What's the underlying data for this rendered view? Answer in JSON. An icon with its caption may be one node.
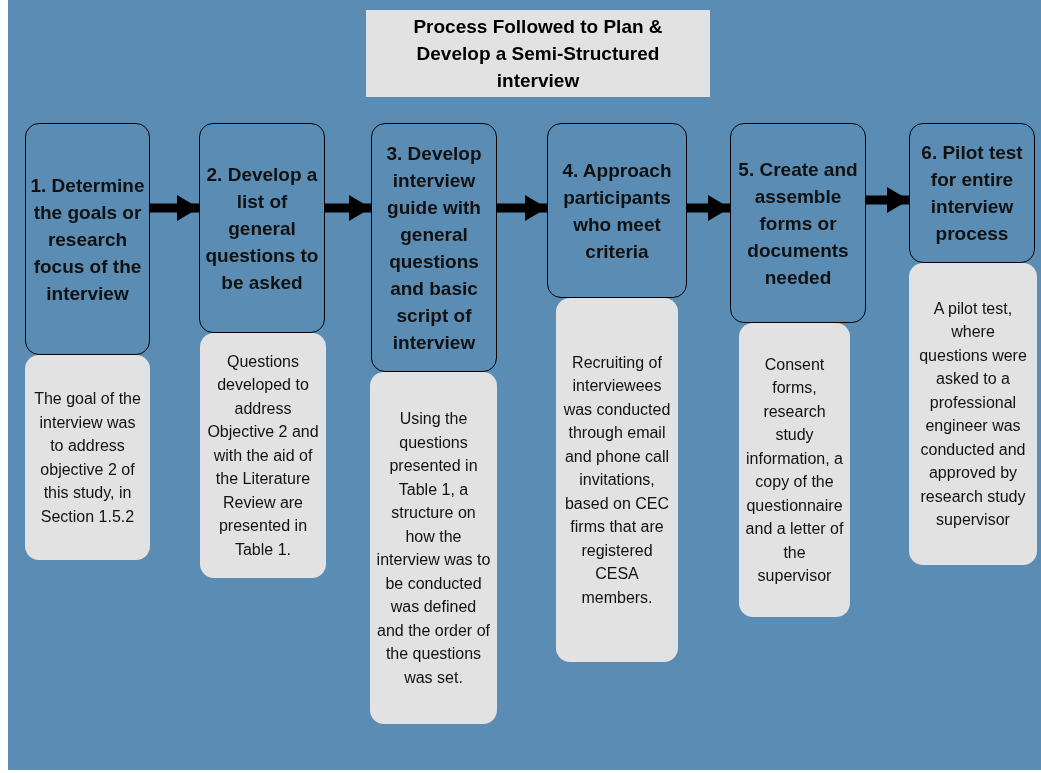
{
  "diagram": {
    "title": "Process Followed to Plan & Develop a Semi-Structured interview",
    "nodes": [
      {
        "text": [
          "1. Determine the goals or research focus of the interview"
        ]
      },
      {
        "text": [
          "The goal of the interview was to address objective 2 of this study, in Section 1.5.2"
        ]
      },
      {
        "text": [
          "2. Develop a list of general questions to be asked"
        ]
      },
      {
        "text": [
          "Questions developed to address Objective 2 and with the aid of the Literature Review are presented in Table 1."
        ]
      },
      {
        "text": [
          "3. Develop interview guide with general questions and basic script of interview"
        ]
      },
      {
        "text": [
          "Using the questions presented in Table 1, a structure on how the interview was to be conducted was defined and the order of the questions was set."
        ]
      },
      {
        "text": [
          "4. Approach participants who meet criteria"
        ]
      },
      {
        "text": [
          "Recruiting of interviewees was conducted through email and phone call invitations, based on CEC firms that are registered CESA members."
        ]
      },
      {
        "text": [
          "5. Create and assemble forms or documents needed"
        ]
      },
      {
        "text": [
          "Consent forms, research study information, a copy of the questionnaire and a letter of the supervisor"
        ]
      },
      {
        "text": [
          "6. Pilot test for entire interview process"
        ]
      },
      {
        "text": [
          "A pilot test, where questions were asked to a professional engineer was conducted and approved by research study supervisor"
        ]
      }
    ],
    "edges": [
      {
        "from": 0,
        "to": 2,
        "arrow": "to"
      },
      {
        "from": 2,
        "to": 4,
        "arrow": "to"
      },
      {
        "from": 4,
        "to": 6,
        "arrow": "to"
      },
      {
        "from": 6,
        "to": 8,
        "arrow": "to"
      },
      {
        "from": 8,
        "to": 10,
        "arrow": "to"
      }
    ]
  }
}
